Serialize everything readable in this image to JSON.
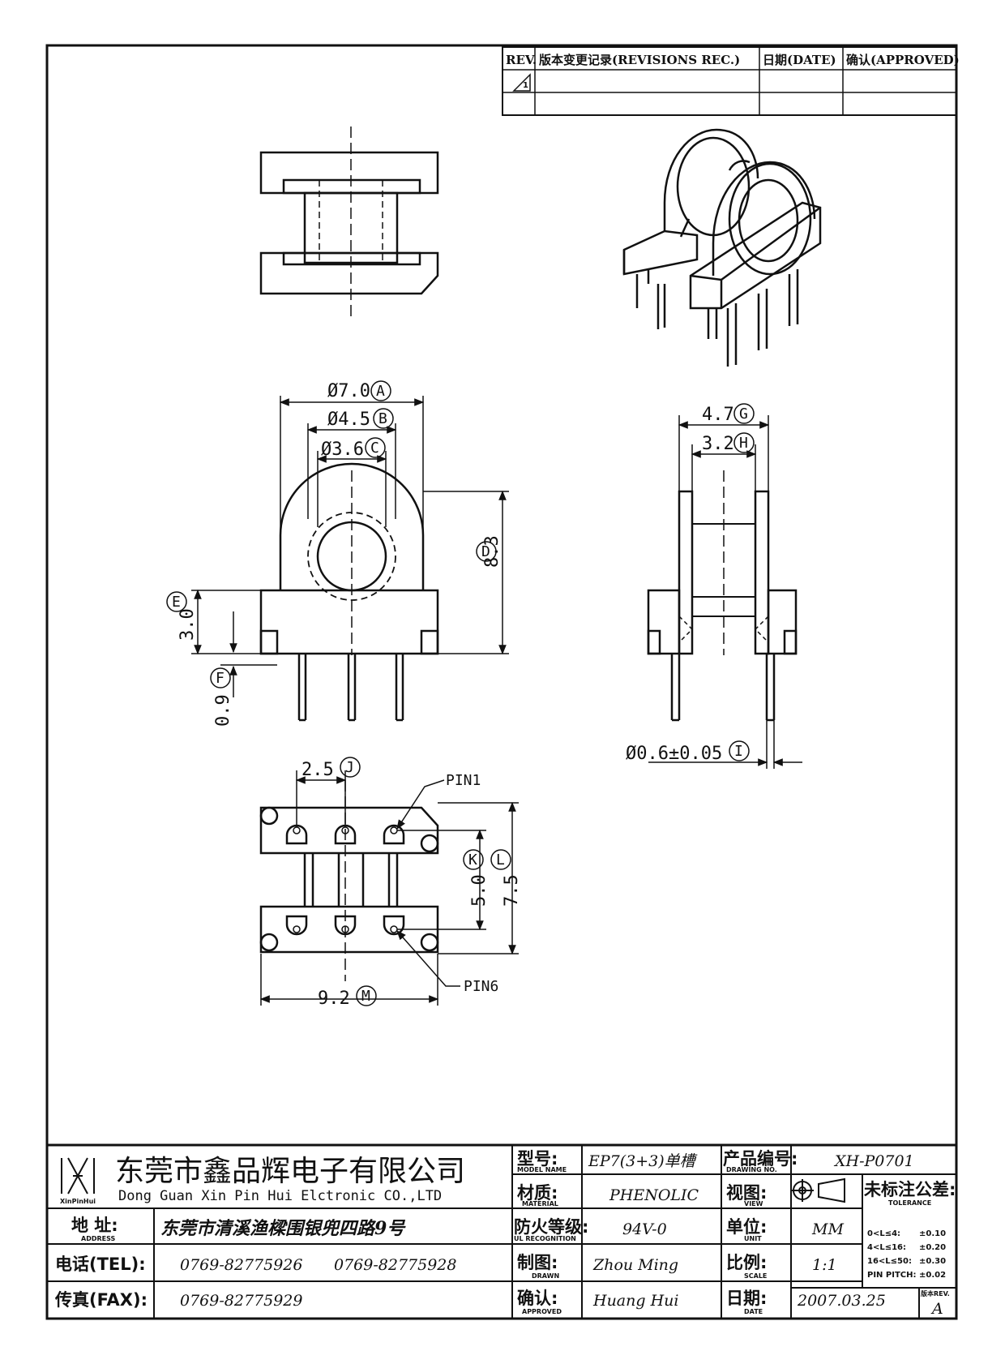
{
  "revision_table": {
    "col_rev": "REV.",
    "col_record": "版本变更记录(REVISIONS REC.)",
    "col_date": "日期(DATE)",
    "col_approved": "确认(APPROVED)",
    "rev_symbol": "1"
  },
  "dimensions": {
    "A": {
      "value": "Ø7.0",
      "letter": "A"
    },
    "B": {
      "value": "Ø4.5",
      "letter": "B"
    },
    "C": {
      "value": "Ø3.6",
      "letter": "C"
    },
    "D": {
      "value": "8.3",
      "letter": "D"
    },
    "E": {
      "value": "3.0",
      "letter": "E"
    },
    "F": {
      "value": "0.9",
      "letter": "F"
    },
    "G": {
      "value": "4.7",
      "letter": "G"
    },
    "H": {
      "value": "3.2",
      "letter": "H"
    },
    "I": {
      "value": "Ø0.6±0.05",
      "letter": "I"
    },
    "J": {
      "value": "2.5",
      "letter": "J"
    },
    "K": {
      "value": "5.0",
      "letter": "K"
    },
    "L": {
      "value": "7.5",
      "letter": "L"
    },
    "M": {
      "value": "9.2",
      "letter": "M"
    }
  },
  "pins": {
    "pin1": "PIN1",
    "pin6": "PIN6"
  },
  "title_block": {
    "company_cn": "东莞市鑫品辉电子有限公司",
    "company_en": "Dong Guan Xin Pin Hui Elctronic CO.,LTD",
    "logo_text": "XinPinHui",
    "model_label": "型号:",
    "model_sub": "MODEL NAME",
    "model_value": "EP7(3+3)单槽",
    "drawing_no_label": "产品编号:",
    "drawing_no_sub": "DRAWING NO.",
    "drawing_no_value": "XH-P0701",
    "material_label": "材质:",
    "material_sub": "MATERIAL",
    "material_value": "PHENOLIC",
    "view_label": "视图:",
    "view_sub": "VIEW",
    "tolerance_label": "未标注公差:",
    "tolerance_sub": "TOLERANCE",
    "address_label": "地 址:",
    "address_sub": "ADDRESS",
    "address_value": "东莞市清溪渔樑围银兜四路9号",
    "ul_label": "防火等级:",
    "ul_sub": "UL RECOGNITION",
    "ul_value": "94V-0",
    "unit_label": "单位:",
    "unit_sub": "UNIT",
    "unit_value": "MM",
    "tel_label": "电话(TEL):",
    "tel_1": "0769-82775926",
    "tel_2": "0769-82775928",
    "drawn_label": "制图:",
    "drawn_sub": "DRAWN",
    "drawn_value": "Zhou Ming",
    "scale_label": "比例:",
    "scale_sub": "SCALE",
    "scale_value": "1:1",
    "fax_label": "传真(FAX):",
    "fax_value": "0769-82775929",
    "approved_label": "确认:",
    "approved_sub": "APPROVED",
    "approved_value": "Huang Hui",
    "date_label": "日期:",
    "date_sub": "DATE",
    "date_value": "2007.03.25",
    "version_label": "版本REV.",
    "version_value": "A",
    "tolerances": [
      {
        "range": "0<L≤4:",
        "value": "±0.10"
      },
      {
        "range": "4<L≤16:",
        "value": "±0.20"
      },
      {
        "range": "16<L≤50:",
        "value": "±0.30"
      },
      {
        "range": "PIN PITCH:",
        "value": "±0.02"
      }
    ]
  }
}
